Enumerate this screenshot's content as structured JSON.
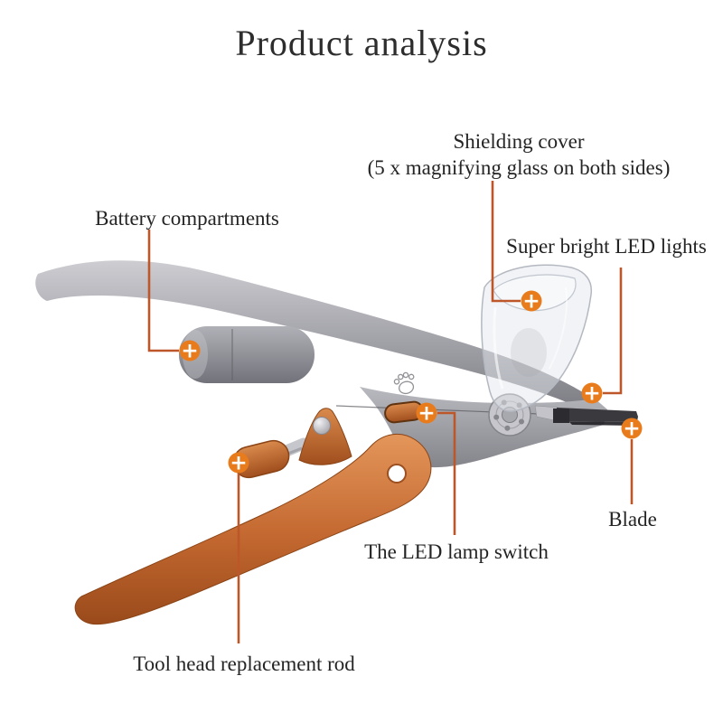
{
  "title": "Product analysis",
  "icons": {
    "plus_marker": "+"
  },
  "colors": {
    "marker_fill": "#e87c1c",
    "marker_glyph": "#ffffff",
    "leader_line": "#bd572a",
    "label_text": "#242424",
    "body_gray": "#9a9aa1",
    "handle_orange": "#c2672f",
    "blade_dark": "#3a3a3e",
    "background": "#ffffff"
  },
  "annotations": {
    "shielding_cover": {
      "line1": "Shielding cover",
      "line2": "(5 x magnifying glass on both sides)"
    },
    "battery": {
      "label": "Battery compartments"
    },
    "led_lights": {
      "label": "Super bright LED lights"
    },
    "led_switch": {
      "label": "The LED lamp switch"
    },
    "blade": {
      "label": "Blade"
    },
    "tool_rod": {
      "label": "Tool head replacement rod"
    }
  }
}
